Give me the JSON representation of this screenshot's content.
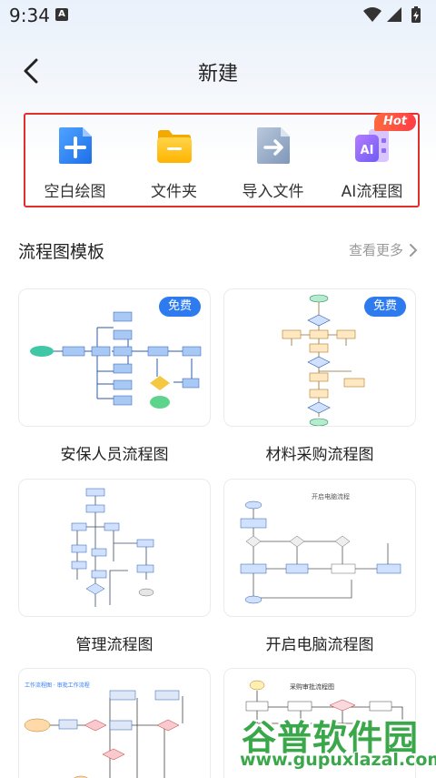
{
  "status_bar": {
    "time": "9:34",
    "notif_icon": "A",
    "icons": [
      "wifi-icon",
      "signal-icon",
      "battery-icon"
    ]
  },
  "header": {
    "title": "新建",
    "back_icon": "chevron-left-icon"
  },
  "quick_actions": [
    {
      "label": "空白绘图",
      "icon": "blank-doc-plus-icon"
    },
    {
      "label": "文件夹",
      "icon": "folder-icon"
    },
    {
      "label": "导入文件",
      "icon": "import-file-icon"
    },
    {
      "label": "AI流程图",
      "icon": "ai-flowchart-icon",
      "badge": "Hot"
    }
  ],
  "templates_section": {
    "title": "流程图模板",
    "more": "查看更多"
  },
  "templates": [
    {
      "label": "安保人员流程图",
      "badge": "免费"
    },
    {
      "label": "材料采购流程图",
      "badge": "免费"
    },
    {
      "label": "管理流程图"
    },
    {
      "label": "开启电脑流程图",
      "thumb_title": "开启电脑流程"
    },
    {
      "label": "",
      "thumb_title": "工作流程图 · 审批工作流程"
    },
    {
      "label": "",
      "thumb_title": "采购审批流程图"
    }
  ],
  "watermark": {
    "brand": "谷普软件园",
    "url": "www.gupuxlazal.com"
  },
  "colors": {
    "accent": "#2e7bf0",
    "highlight_border": "#e0302a",
    "hot_badge": "#ff4a40",
    "watermark": "#3aa84a"
  }
}
